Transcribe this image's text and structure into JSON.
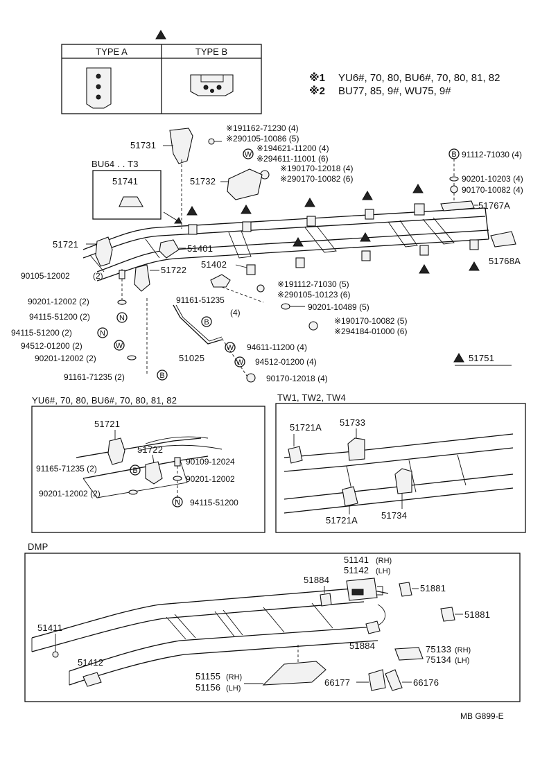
{
  "type_table": {
    "headers": [
      "TYPE A",
      "TYPE B"
    ],
    "marker": "triangle"
  },
  "notes": [
    {
      "mark": "※1",
      "text": "YU6#, 70, 80, BU6#, 70, 80, 81, 82"
    },
    {
      "mark": "※2",
      "text": "BU77, 85, 9#, WU75, 9#"
    }
  ],
  "main": {
    "variant_box_title": "BU64 . . T3",
    "labels": {
      "p51731": "51731",
      "p51732": "51732",
      "p51741": "51741",
      "p51721": "51721",
      "p51401": "51401",
      "p51722": "51722",
      "p51402": "51402",
      "p51767A": "51767A",
      "p51768A": "51768A",
      "p51025": "51025",
      "p51751": "51751",
      "h91161_51235": "91161-51235",
      "h91161_51235_qty": "(4)",
      "a1": "※191162-71230 (4)",
      "a2": "※290105-10086 (5)",
      "a3": "※194621-11200 (4)",
      "a4": "※294611-11001 (6)",
      "a5": "※190170-12018 (4)",
      "a6": "※290170-10082 (6)",
      "r1": "91112-71030 (4)",
      "r2": "90201-10203 (4)",
      "r3": "90170-10082 (4)",
      "l1": "90105-12002",
      "l1q": "(2)",
      "l2": "90201-12002 (2)",
      "l3": "94115-51200 (2)",
      "l4": "94115-51200 (2)",
      "l5": "94512-01200 (2)",
      "l6": "90201-12002 (2)",
      "l7": "91161-71235 (2)",
      "c1": "※191112-71030 (5)",
      "c2": "※290105-10123 (6)",
      "c3": "90201-10489 (5)",
      "c4": "※190170-10082 (5)",
      "c5": "※294184-01000 (6)",
      "b1": "94611-11200 (4)",
      "b2": "94512-01200 (4)",
      "b3": "90170-12018 (4)"
    }
  },
  "yu_box": {
    "title": "YU6#, 70, 80, BU6#, 70, 80, 81, 82",
    "labels": {
      "p51721": "51721",
      "p51722": "51722",
      "y1": "91165-71235 (2)",
      "y2": "90109-12024",
      "y3": "90201-12002",
      "y4": "90201-12002 (2)",
      "y5": "94115-51200"
    }
  },
  "tw_box": {
    "title": "TW1, TW2, TW4",
    "labels": {
      "t1": "51721A",
      "t2": "51733",
      "t3": "51721A",
      "t4": "51734"
    }
  },
  "dmp_box": {
    "title": "DMP",
    "labels": {
      "d51411": "51411",
      "d51412": "51412",
      "d51884a": "51884",
      "d51884b": "51884",
      "d51141": "51141",
      "d51141s": "(RH)",
      "d51142": "51142",
      "d51142s": "(LH)",
      "d51881a": "51881",
      "d51881b": "51881",
      "d75133": "75133",
      "d75133s": "(RH)",
      "d75134": "75134",
      "d75134s": "(LH)",
      "d51155": "51155",
      "d51155s": "(RH)",
      "d51156": "51156",
      "d51156s": "(LH)",
      "d66177": "66177",
      "d66176": "66176"
    }
  },
  "footer": {
    "code": "MB G899-E"
  },
  "symbols": {
    "B": "B",
    "W": "W",
    "N": "N"
  }
}
